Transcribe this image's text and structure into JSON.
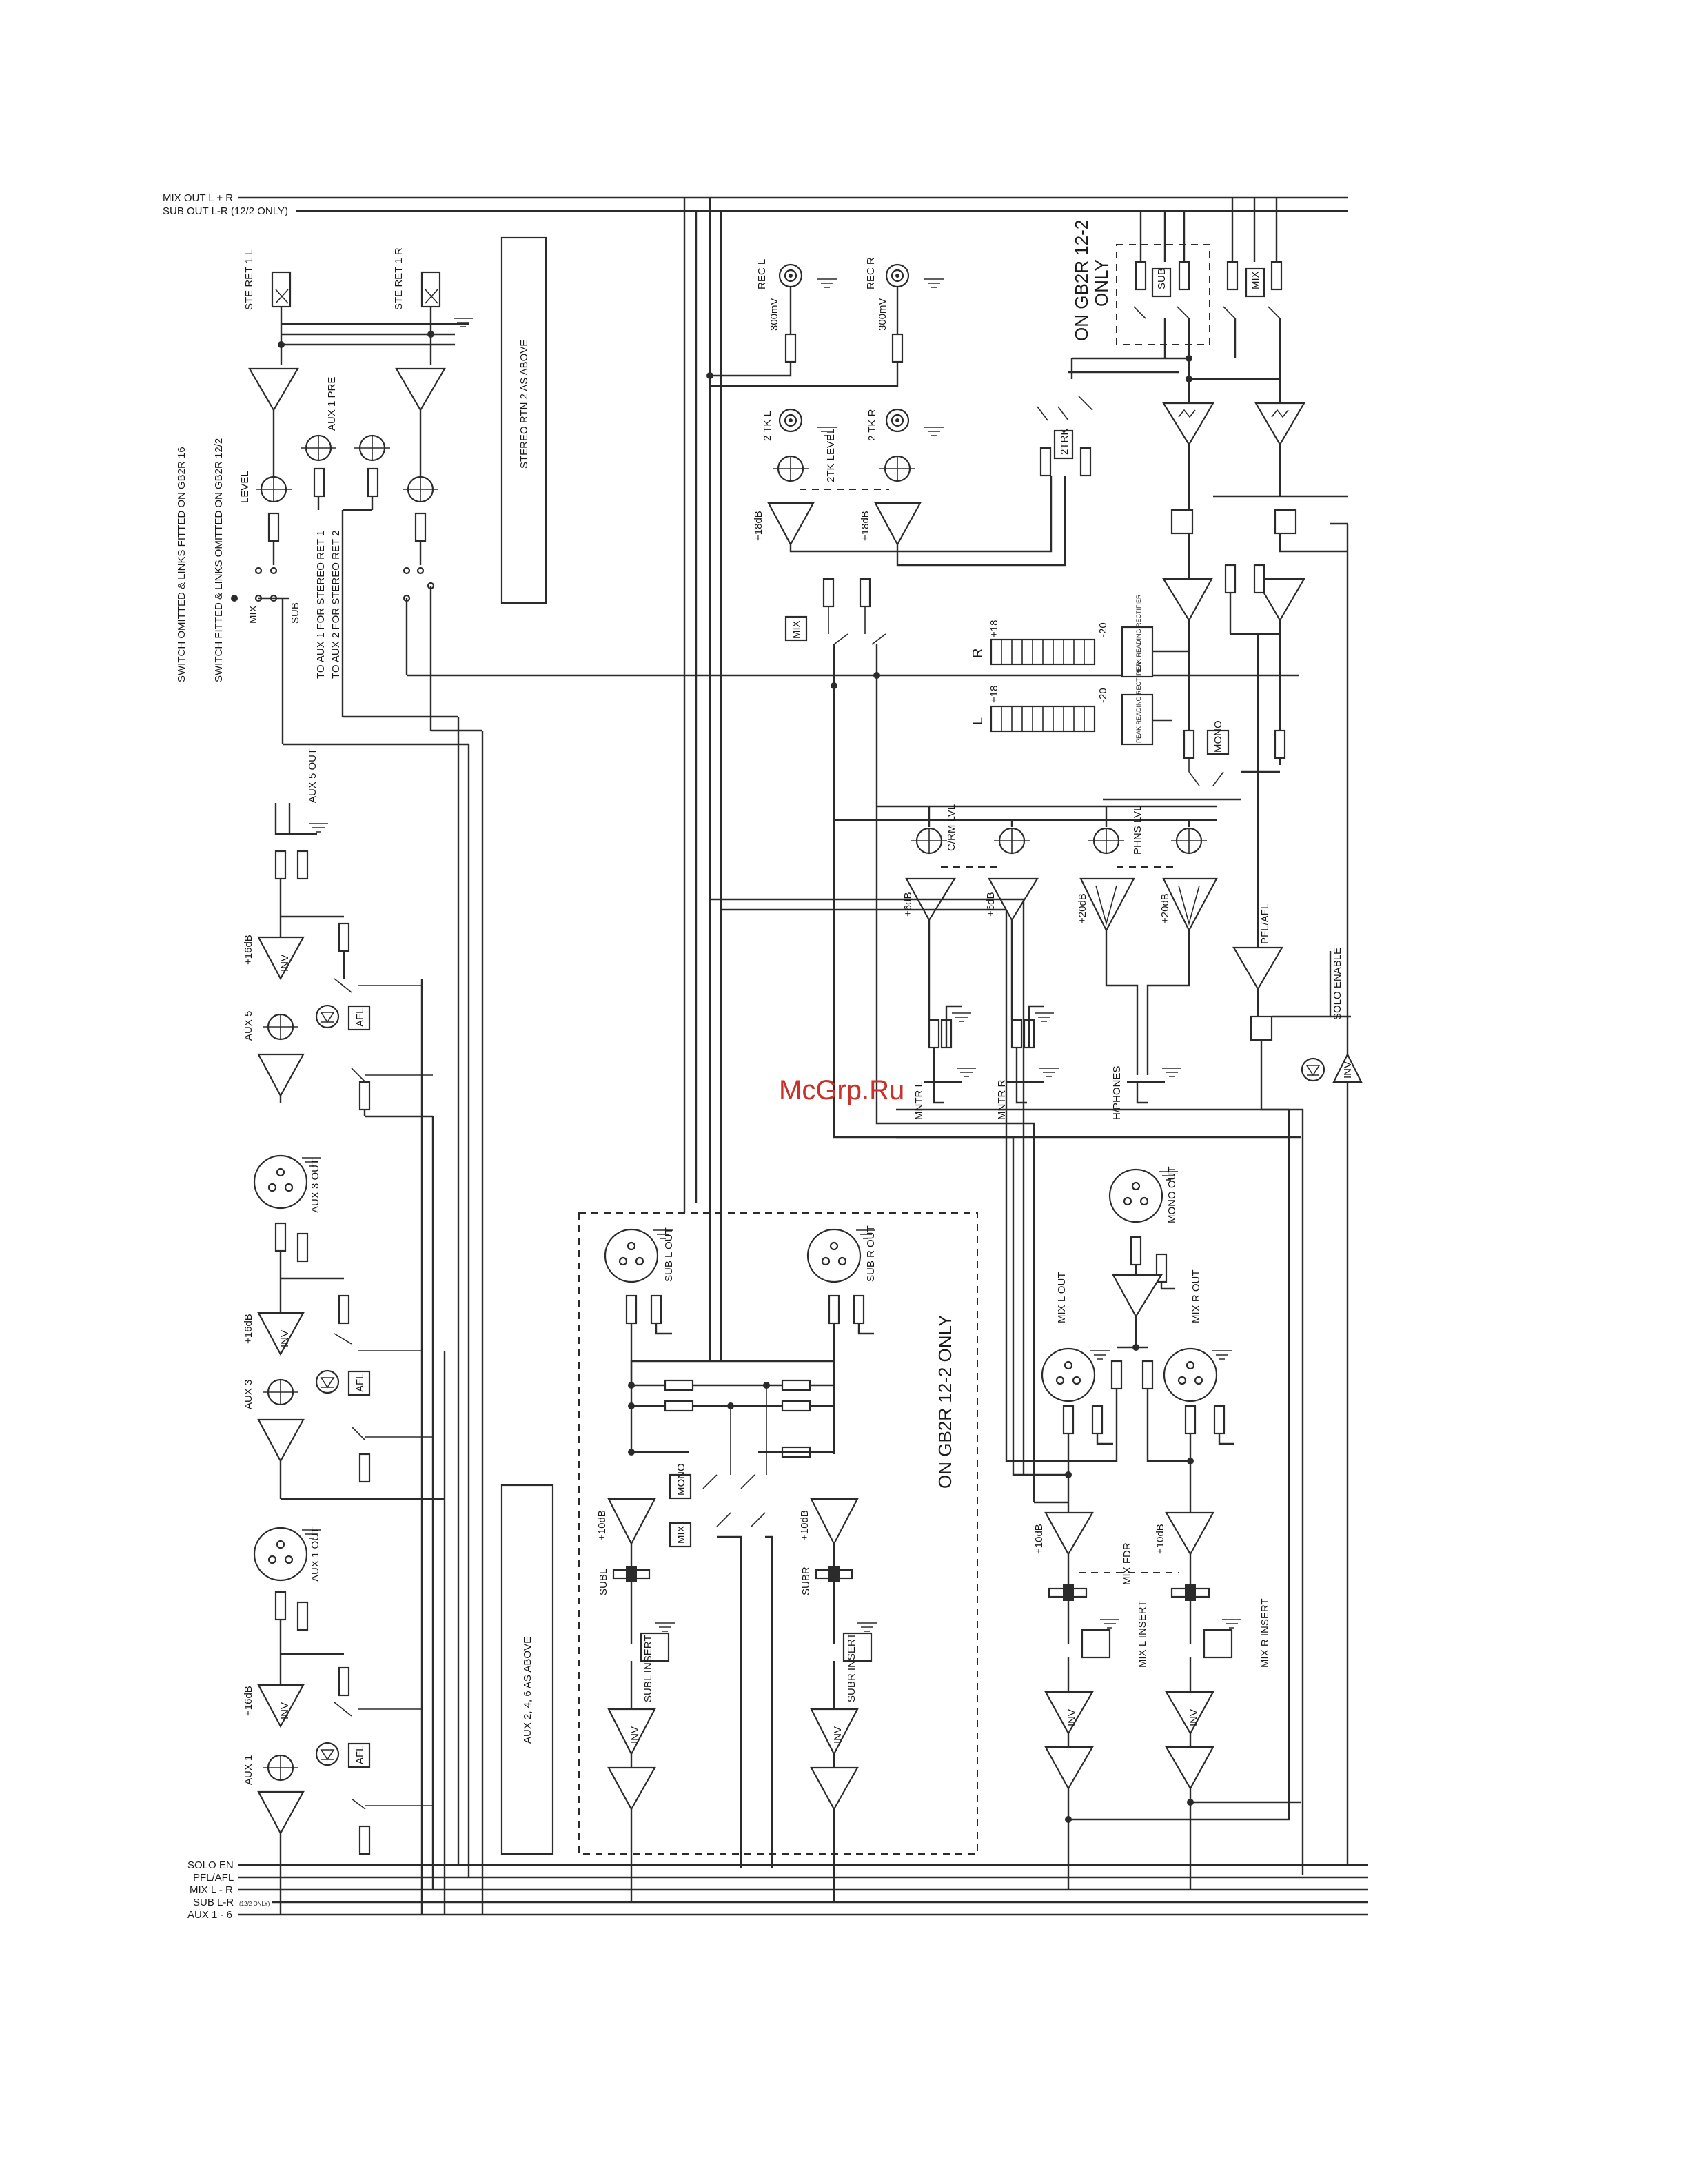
{
  "watermark": "McGrp.Ru",
  "bus_labels_top": [
    "MIX OUT L + R",
    "SUB OUT L-R (12/2 ONLY)"
  ],
  "bus_labels_bottom": [
    "SOLO EN",
    "PFL/AFL",
    "MIX L - R",
    "SUB L-R",
    "AUX 1 - 6"
  ],
  "bus_labels_bottom_note": "(12/2 ONLY)",
  "stereo_return": {
    "left_label": "STE RET 1 L",
    "right_label": "STE RET 1 R",
    "aux1_pre": "AUX 1 PRE",
    "level": "LEVEL",
    "mix": "MIX",
    "sub": "SUB",
    "note_switch_omitted": "SWITCH OMITTED & LINKS FITTED ON GB2R 16",
    "note_switch_fitted": "SWITCH FITTED & LINKS OMITTED ON GB2R 12/2",
    "note_aux1": "TO AUX 1 FOR STEREO RET 1",
    "note_aux2": "TO AUX 2 FOR STEREO RET 2",
    "box_rtn2": "STEREO RTN 2 AS ABOVE"
  },
  "aux": {
    "aux5": "AUX 5",
    "aux5_out": "AUX 5 OUT",
    "aux3": "AUX 3",
    "aux3_out": "AUX 3 OUT",
    "aux1": "AUX 1",
    "aux1_out": "AUX 1 OUT",
    "gain": "+16dB",
    "inv": "INV",
    "afl": "AFL",
    "box_above": "AUX 2, 4, 6 AS ABOVE"
  },
  "rec": {
    "rec_l": "REC L",
    "rec_r": "REC R",
    "level_300mv": "300mV",
    "tk_l": "2 TK L",
    "tk_r": "2 TK R",
    "tk_level": "2TK LEVEL",
    "gain_18": "+18dB",
    "mix": "MIX",
    "twotrk": "2TRK"
  },
  "sub_only": {
    "line1": "ON GB2R 12-2",
    "line2": "ONLY",
    "sub": "SUB",
    "mix": "MIX"
  },
  "meters": {
    "r": "R",
    "l": "L",
    "top": "+18",
    "bottom": "-20",
    "rectifier": "PEAK READING RECTIFIER",
    "mono": "MONO"
  },
  "monitor": {
    "crm_lvl": "C/RM LVL",
    "phns_lvl": "PHNS LVL",
    "gain_6": "+6dB",
    "gain_20": "+20dB",
    "mntr_l": "MNTR L",
    "mntr_r": "MNTR R",
    "hphones": "H/PHONES",
    "pfl_afl": "PFL/AFL",
    "solo_enable": "SOLO ENABLE",
    "inv": "INV"
  },
  "sub_section": {
    "title": "ON GB2R 12-2 ONLY",
    "sub_l_out": "SUB L OUT",
    "sub_r_out": "SUB R OUT",
    "mono": "MONO",
    "mix": "MIX",
    "gain_10": "+10dB",
    "subl": "SUBL",
    "subr": "SUBR",
    "subl_insert": "SUBL INSERT",
    "subr_insert": "SUBR INSERT",
    "inv": "INV"
  },
  "mix_section": {
    "mono_out": "MONO OUT",
    "mix_l_out": "MIX L OUT",
    "mix_r_out": "MIX R OUT",
    "gain_10": "+10dB",
    "mix_fdr": "MIX FDR",
    "mix_l_insert": "MIX L INSERT",
    "mix_r_insert": "MIX R INSERT",
    "inv": "INV"
  }
}
